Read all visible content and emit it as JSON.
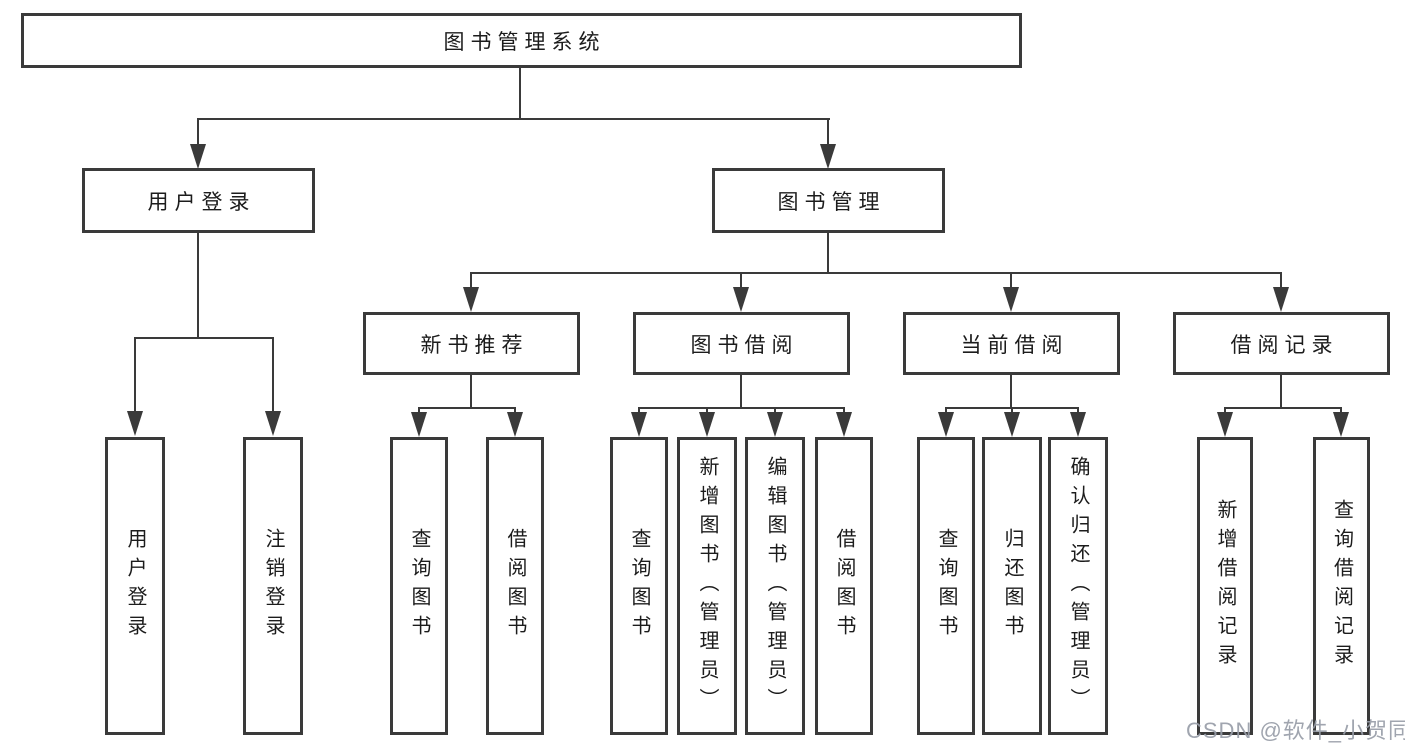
{
  "diagram": {
    "title": "图书管理系统",
    "nodes": {
      "root": {
        "label": "图书管理系统"
      },
      "branches": [
        {
          "label": "用户登录",
          "children": [
            {
              "label": "用户登录"
            },
            {
              "label": "注销登录"
            }
          ]
        },
        {
          "label": "图书管理",
          "children": [
            {
              "label": "新书推荐",
              "children": [
                {
                  "label": "查询图书"
                },
                {
                  "label": "借阅图书"
                }
              ]
            },
            {
              "label": "图书借阅",
              "children": [
                {
                  "label": "查询图书"
                },
                {
                  "label": "新增图书（管理员）"
                },
                {
                  "label": "编辑图书（管理员）"
                },
                {
                  "label": "借阅图书"
                }
              ]
            },
            {
              "label": "当前借阅",
              "children": [
                {
                  "label": "查询图书"
                },
                {
                  "label": "归还图书"
                },
                {
                  "label": "确认归还（管理员）"
                }
              ]
            },
            {
              "label": "借阅记录",
              "children": [
                {
                  "label": "新增借阅记录"
                },
                {
                  "label": "查询借阅记录"
                }
              ]
            }
          ]
        }
      ]
    },
    "colors": {
      "line": "#3a3a3a",
      "text": "#1c1c1c",
      "background": "#ffffff",
      "watermark": "#989da8"
    }
  },
  "watermark": {
    "text": "CSDN @软件_小贺同学"
  }
}
